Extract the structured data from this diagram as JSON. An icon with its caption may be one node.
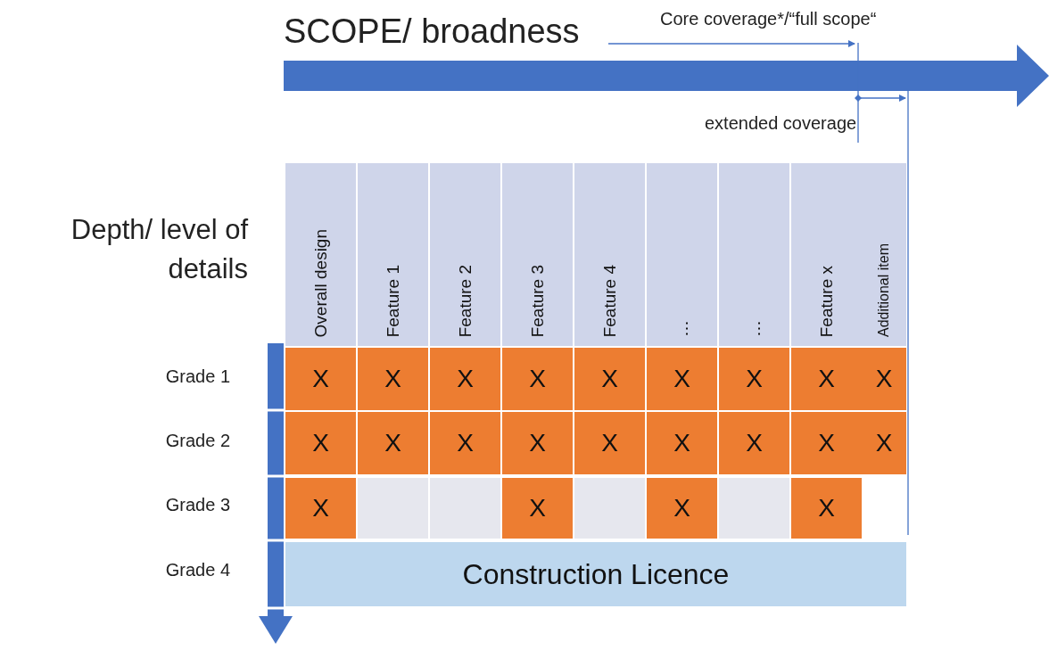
{
  "diagram": {
    "nodes": [
      {
        "text": [
          "Overall design"
        ]
      },
      {
        "text": [
          "Feature 1"
        ]
      },
      {
        "text": [
          "Feature 2"
        ]
      },
      {
        "text": [
          "Feature 3"
        ]
      },
      {
        "text": [
          "Feature 4"
        ]
      },
      {
        "text": [
          "…"
        ]
      },
      {
        "text": [
          "…"
        ]
      },
      {
        "text": [
          "Feature x"
        ]
      },
      {
        "text": [
          "Additional item"
        ]
      },
      {
        "text": [
          "X"
        ]
      },
      {
        "text": [
          "X"
        ]
      },
      {
        "text": [
          "X"
        ]
      },
      {
        "text": [
          "X"
        ]
      },
      {
        "text": [
          "X"
        ]
      },
      {
        "text": [
          "X"
        ]
      },
      {
        "text": [
          "X"
        ]
      },
      {
        "text": [
          "X"
        ]
      },
      {
        "text": [
          "X"
        ]
      },
      {
        "text": [
          "X"
        ]
      },
      {
        "text": [
          "X"
        ]
      },
      {
        "text": [
          "X"
        ]
      },
      {
        "text": [
          "X"
        ]
      },
      {
        "text": [
          "X"
        ]
      },
      {
        "text": [
          "X"
        ]
      },
      {
        "text": [
          "X"
        ]
      },
      {
        "text": [
          "X"
        ]
      },
      {
        "text": [
          "X"
        ]
      },
      {
        "text": [
          "X"
        ]
      },
      {
        "text": [],
        "shape": "box"
      },
      {
        "text": [],
        "shape": "box"
      },
      {
        "text": [
          "X"
        ]
      },
      {
        "text": [],
        "shape": "box"
      },
      {
        "text": [
          "X"
        ]
      },
      {
        "text": [],
        "shape": "box"
      },
      {
        "text": [
          "X"
        ]
      },
      {
        "text": [
          "Construction Licence"
        ]
      }
    ],
    "edges": [],
    "labels": [
      "SCOPE/ broadness",
      "Core coverage*/“full scope“",
      "extended coverage",
      "Depth/ level of details",
      "Grade 1",
      "Grade 2",
      "Grade 3",
      "Grade 4"
    ]
  }
}
